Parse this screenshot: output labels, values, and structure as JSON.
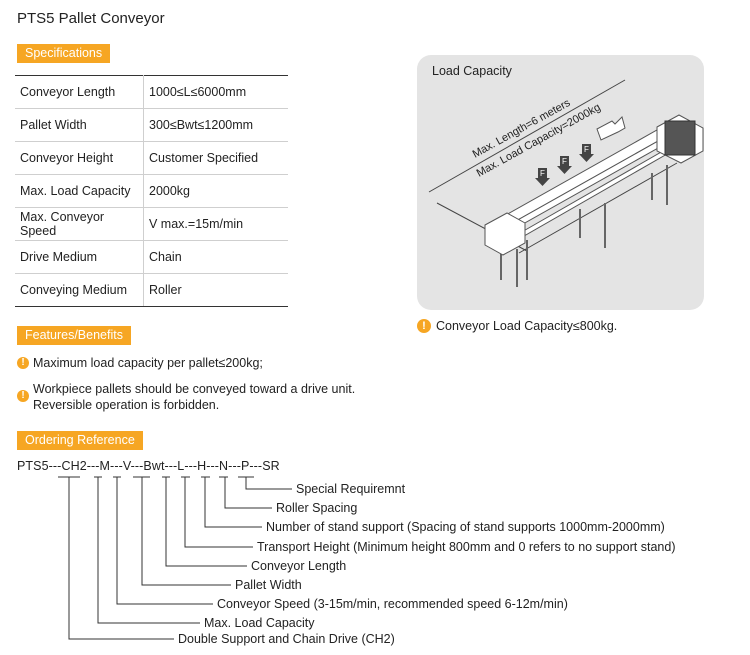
{
  "title": "PTS5 Pallet Conveyor",
  "sections": {
    "specifications": "Specifications",
    "features": "Features/Benefits",
    "ordering": "Ordering Reference"
  },
  "specs": [
    {
      "k": "Conveyor Length",
      "v": "1000≤L≤6000mm"
    },
    {
      "k": "Pallet Width",
      "v": "300≤Bwt≤1200mm"
    },
    {
      "k": "Conveyor Height",
      "v": "Customer Specified"
    },
    {
      "k": "Max. Load Capacity",
      "v": "2000kg"
    },
    {
      "k": "Max. Conveyor Speed",
      "v": "V max.=15m/min"
    },
    {
      "k": "Drive Medium",
      "v": "Chain"
    },
    {
      "k": "Conveying Medium",
      "v": "Roller"
    }
  ],
  "features": [
    "Maximum load capacity per pallet≤200kg;",
    "Workpiece pallets should be conveyed toward a drive unit.",
    "Reversible operation is forbidden."
  ],
  "ordering": {
    "code": "PTS5---CH2---M---V---Bwt---L---H---N---P---SR",
    "legend": [
      "Special Requiremnt",
      "Roller Spacing",
      "Number of stand support (Spacing of stand supports 1000mm-2000mm)",
      "Transport Height (Minimum height 800mm and 0 refers to no support stand)",
      "Conveyor Length",
      "Pallet Width",
      "Conveyor Speed (3-15m/min, recommended speed 6-12m/min)",
      "Max. Load Capacity",
      "Double Support and Chain Drive (CH2)"
    ]
  },
  "figure": {
    "title": "Load Capacity",
    "length_label": "Max. Length=6 meters",
    "capacity_label": "Max. Load Capacity=2000kg",
    "force_label": "F",
    "note": "Conveyor  Load Capacity≤800kg."
  },
  "colors": {
    "accent": "#f6a623",
    "panel": "#e4e4e4"
  }
}
